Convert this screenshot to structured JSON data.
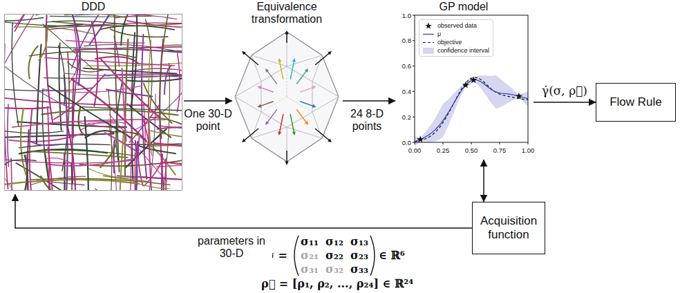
{
  "diagram": {
    "nodes": [
      {
        "text": [
          "DDD"
        ]
      },
      {
        "text": [
          "Equivalence transformation"
        ]
      },
      {
        "text": [
          "GP model"
        ]
      },
      {
        "text": [
          "Flow Rule"
        ]
      },
      {
        "text": [
          "Acquisition function"
        ]
      }
    ],
    "edges": [
      {
        "from": 0,
        "to": 1,
        "arrow": "to",
        "label": "One 30-D point"
      },
      {
        "from": 1,
        "to": 2,
        "arrow": "to",
        "label": "24 8-D points"
      },
      {
        "from": 2,
        "to": 3,
        "arrow": "to",
        "label": "γ̇(σ, ρ⃗)"
      },
      {
        "from": 2,
        "to": 4,
        "arrow": "both"
      },
      {
        "from": 4,
        "to": 0,
        "arrow": "to",
        "label": "parameters in 30-D"
      }
    ],
    "labels": [
      "0.0",
      "0.2",
      "0.4",
      "0.6",
      "0.8",
      "1.0",
      "0.00",
      "0.25",
      "0.50",
      "0.75",
      "1.00",
      "σ =",
      "σ₁₁",
      "σ₁₂",
      "σ₁₃",
      "σ₂₁",
      "σ₂₂",
      "σ₂₃",
      "σ₃₁",
      "σ₃₂",
      "σ₃₃",
      "∈ ℝ⁶",
      "ρ⃗ = [ρ₁, ρ₂, ..., ρ₂₄] ∈ ℝ²⁴"
    ],
    "legend": [
      {
        "text": "observed data"
      },
      {
        "text": "μ"
      },
      {
        "text": "objective"
      },
      {
        "text": "confidence interval",
        "color": "#d6d6f0"
      }
    ]
  }
}
